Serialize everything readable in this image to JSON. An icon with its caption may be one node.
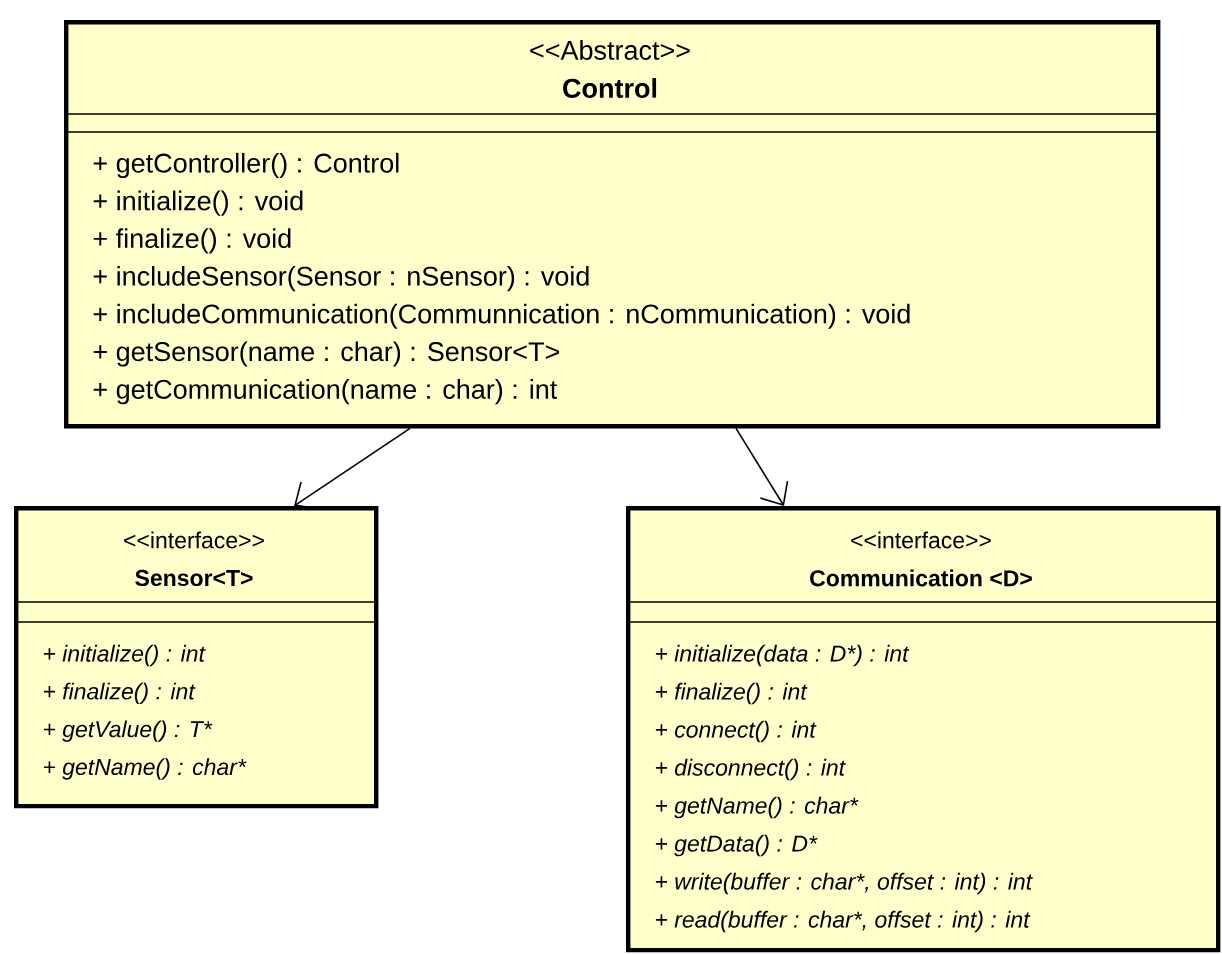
{
  "diagram": {
    "nodes": [
      {
        "text": [
          "<<Abstract>>",
          "Control",
          "+ getController() : Control",
          "+ initialize() : void",
          "+ finalize() : void",
          "+ includeSensor(Sensor : nSensor) : void",
          "+ includeCommunication(Communnication : nCommunication) : void",
          "+ getSensor(name : char) : Sensor<T>",
          "+ getCommunication(name : char) : int"
        ]
      },
      {
        "text": [
          "<<interface>>",
          "Sensor<T>",
          "+ initialize() : int",
          "+ finalize() : int",
          "+ getValue() : T*",
          "+ getName() : char*"
        ]
      },
      {
        "text": [
          "<<interface>>",
          "Communication <D>",
          "+ initialize(data : D*) : int",
          "+ finalize() : int",
          "+ connect() : int",
          "+ disconnect() : int",
          "+ getName() : char*",
          "+ getData() : D*",
          "+ write(buffer : char*, offset : int) : int",
          "+ read(buffer : char*, offset : int) : int"
        ]
      }
    ],
    "edges": [
      {
        "from": 0,
        "to": 1,
        "arrow": "to"
      },
      {
        "from": 0,
        "to": 2,
        "arrow": "to"
      }
    ]
  }
}
